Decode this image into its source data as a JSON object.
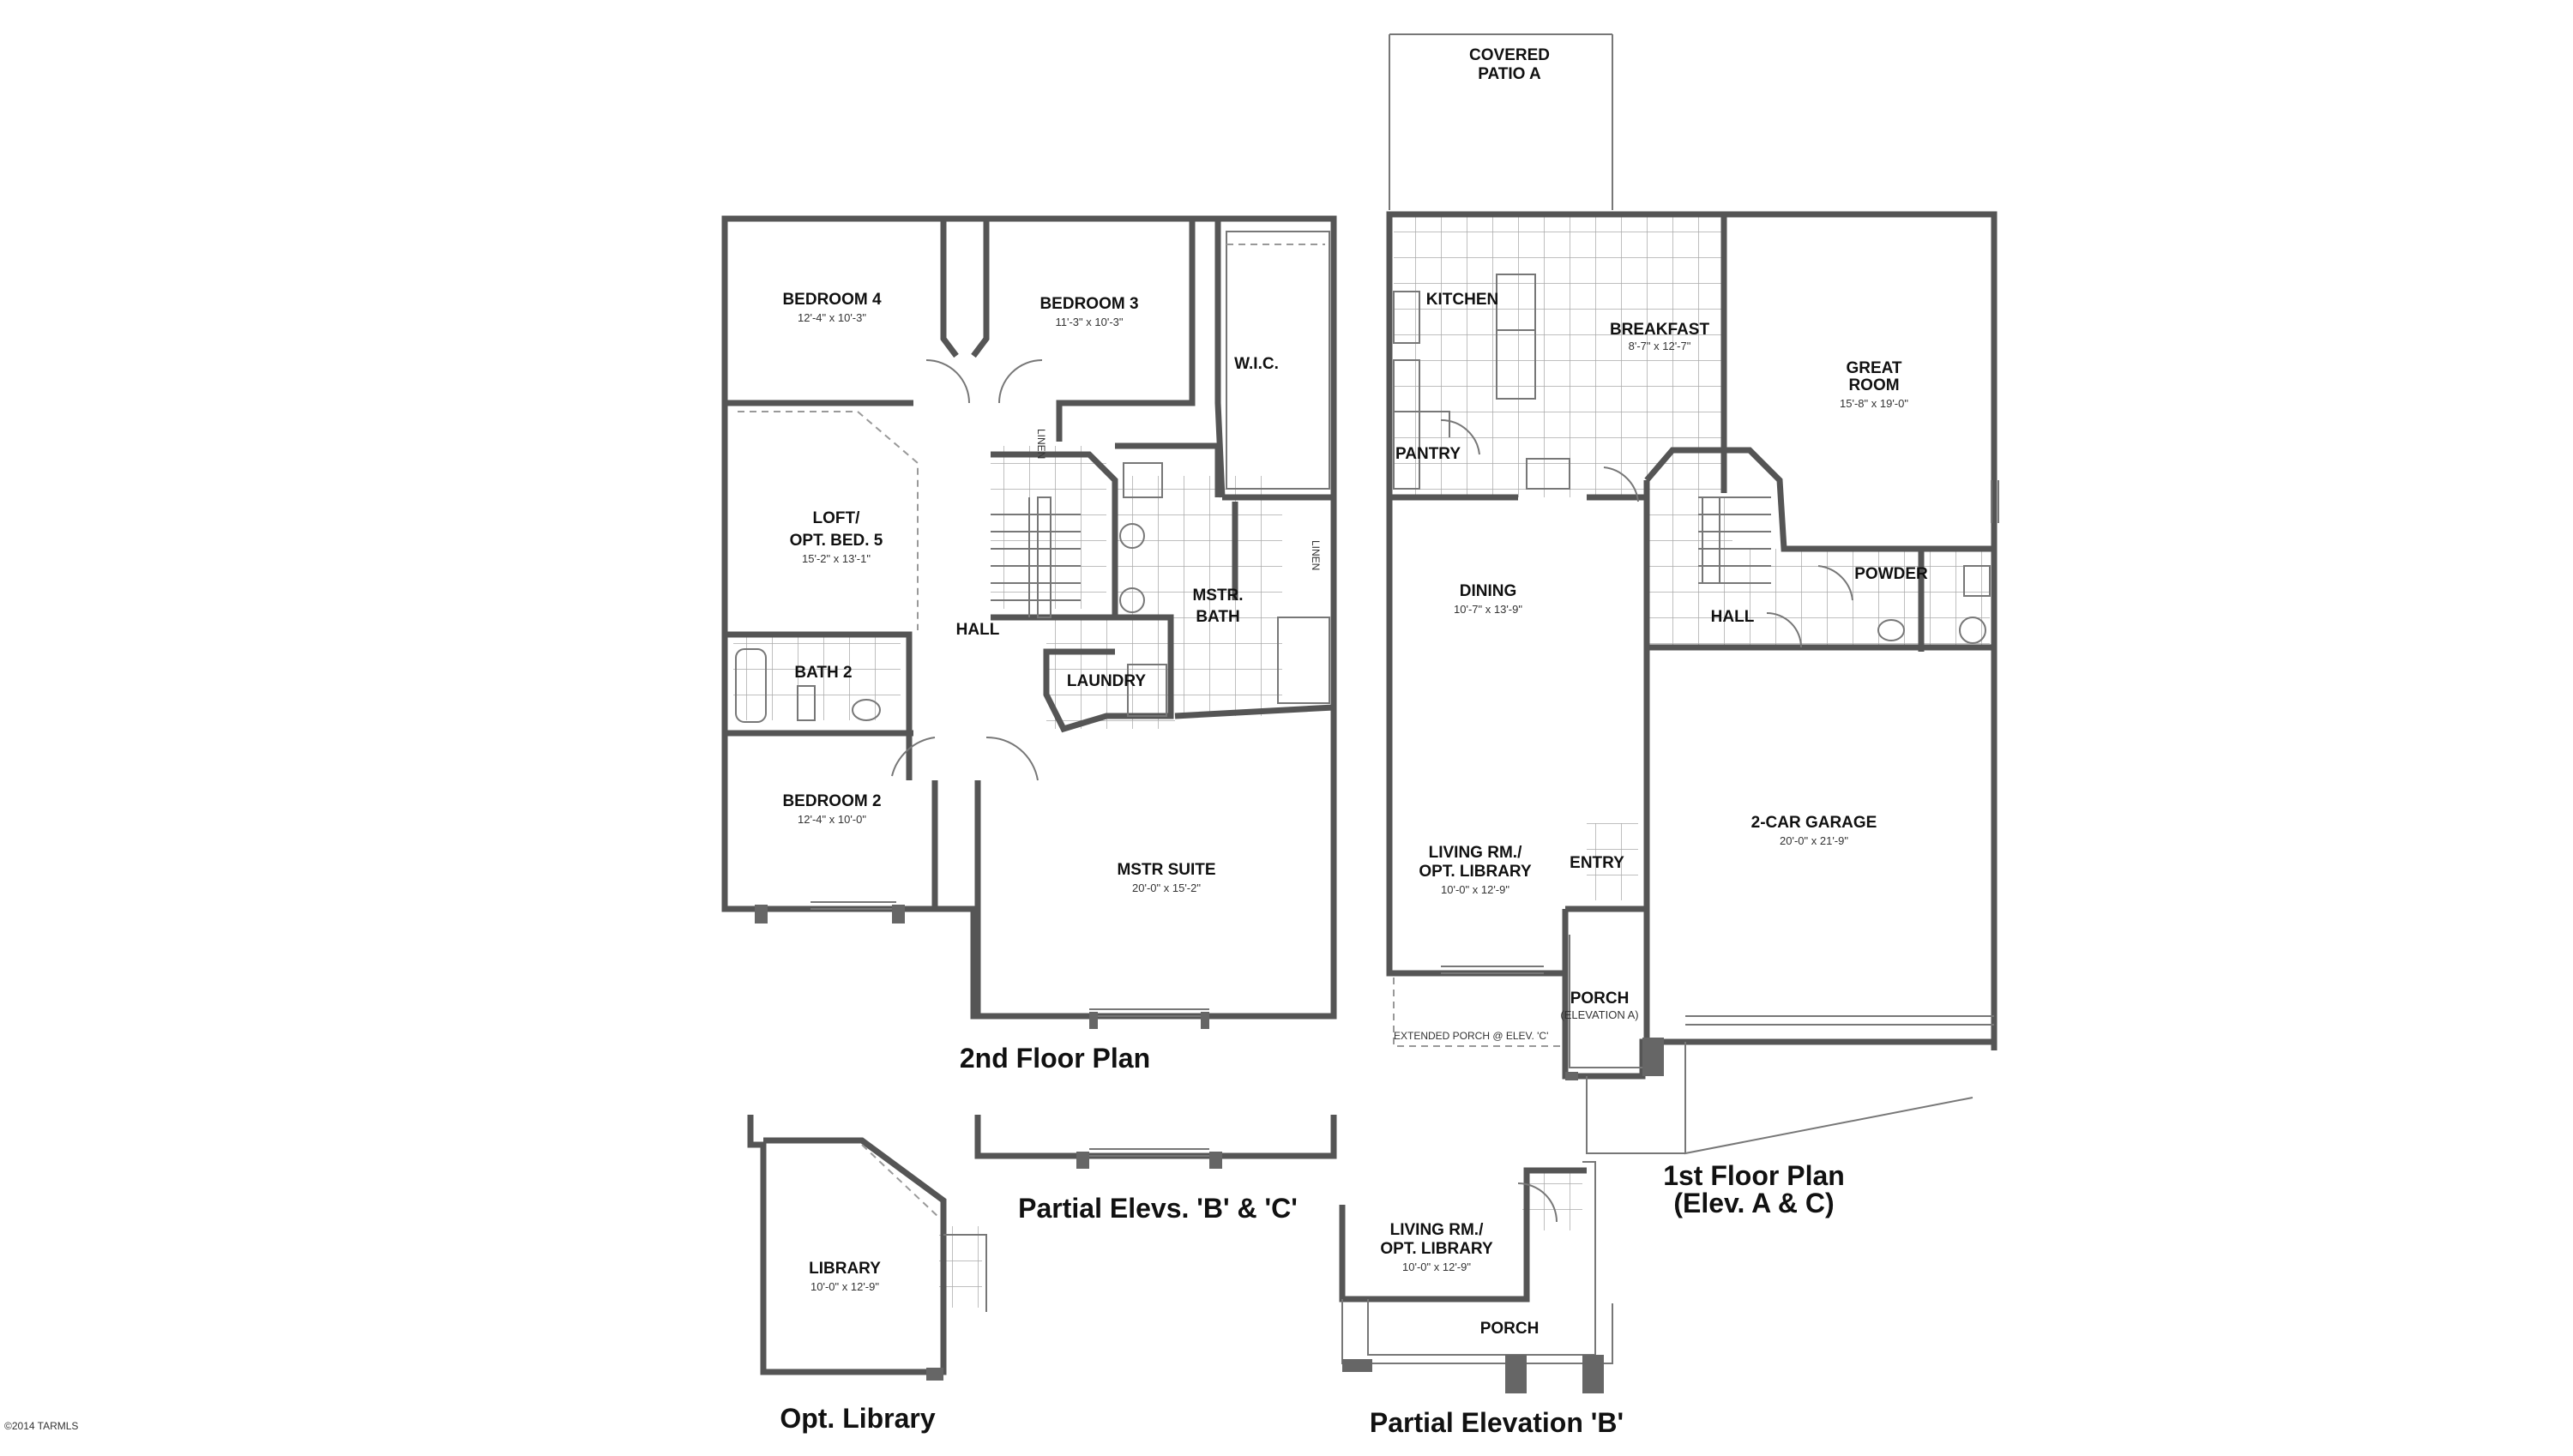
{
  "second_floor": {
    "caption": "2nd Floor Plan",
    "bedroom4": {
      "name": "BEDROOM 4",
      "dim": "12'-4\" x 10'-3\""
    },
    "bedroom3": {
      "name": "BEDROOM 3",
      "dim": "11'-3\" x 10'-3\""
    },
    "wic": {
      "name": "W.I.C."
    },
    "linen1": {
      "name": "LINEN"
    },
    "linen2": {
      "name": "LINEN"
    },
    "loft": {
      "line1": "LOFT/",
      "line2": "OPT. BED. 5",
      "dim": "15'-2\" x 13'-1\""
    },
    "hall": {
      "name": "HALL"
    },
    "mstr_bath": {
      "line1": "MSTR.",
      "line2": "BATH"
    },
    "bath2": {
      "name": "BATH 2"
    },
    "laundry": {
      "name": "LAUNDRY"
    },
    "bedroom2": {
      "name": "BEDROOM 2",
      "dim": "12'-4\" x 10'-0\""
    },
    "mstr_suite": {
      "name": "MSTR SUITE",
      "dim": "20'-0\" x 15'-2\""
    }
  },
  "first_floor": {
    "caption_line1": "1st Floor Plan",
    "caption_line2": "(Elev. A & C)",
    "covered_patio": {
      "line1": "COVERED",
      "line2": "PATIO A"
    },
    "kitchen": {
      "name": "KITCHEN"
    },
    "breakfast": {
      "name": "BREAKFAST",
      "dim": "8'-7\" x 12'-7\""
    },
    "great_room": {
      "line1": "GREAT",
      "line2": "ROOM",
      "dim": "15'-8\" x 19'-0\""
    },
    "pantry": {
      "name": "PANTRY"
    },
    "dining": {
      "name": "DINING",
      "dim": "10'-7\" x 13'-9\""
    },
    "powder": {
      "name": "POWDER"
    },
    "hall": {
      "name": "HALL"
    },
    "garage": {
      "name": "2-CAR GARAGE",
      "dim": "20'-0\" x 21'-9\""
    },
    "living": {
      "line1": "LIVING RM./",
      "line2": "OPT. LIBRARY",
      "dim": "10'-0\" x 12'-9\""
    },
    "entry": {
      "name": "ENTRY"
    },
    "porch": {
      "line1": "PORCH",
      "line2": "(ELEVATION A)"
    },
    "extended_porch": {
      "note": "EXTENDED PORCH @ ELEV. 'C'"
    }
  },
  "partial_elevs_bc": {
    "caption": "Partial Elevs. 'B' & 'C'"
  },
  "opt_library": {
    "caption": "Opt. Library",
    "name": "LIBRARY",
    "dim": "10'-0\" x 12'-9\""
  },
  "partial_elev_b": {
    "caption": "Partial Elevation 'B'",
    "living": {
      "line1": "LIVING RM./",
      "line2": "OPT. LIBRARY",
      "dim": "10'-0\" x 12'-9\""
    },
    "porch": {
      "name": "PORCH"
    }
  },
  "copyright": "©2014 TARMLS"
}
